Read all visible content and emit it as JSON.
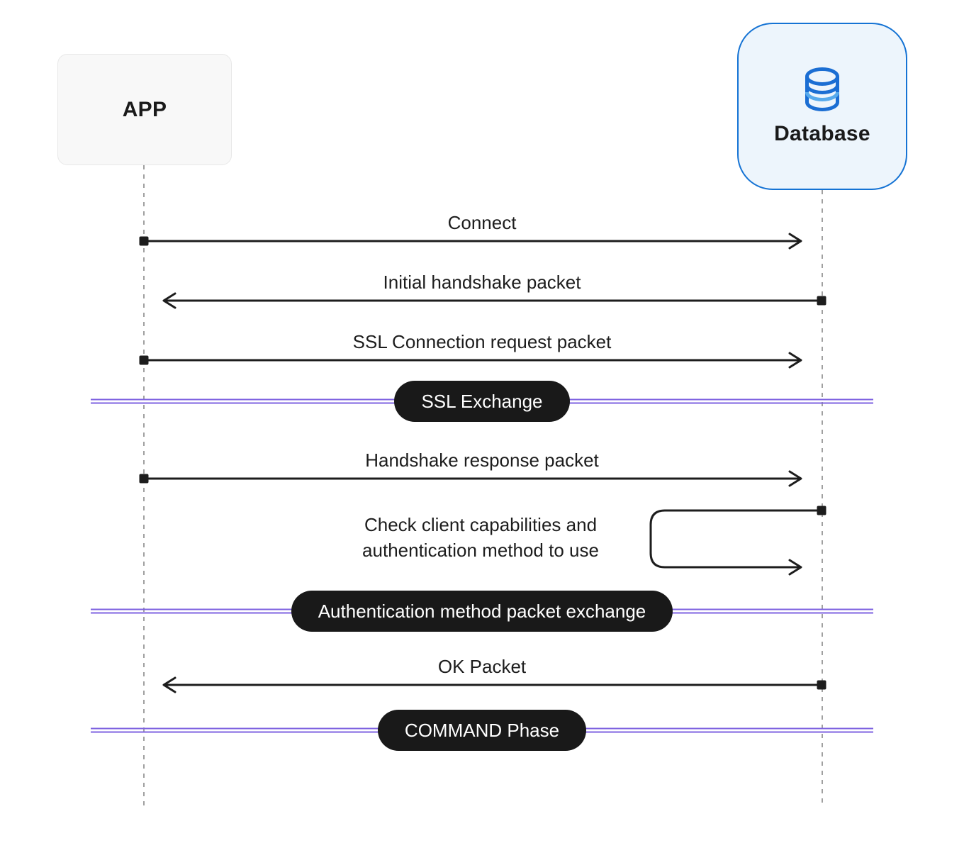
{
  "diagram": {
    "type": "sequence",
    "actors": [
      {
        "id": "app",
        "label": "APP"
      },
      {
        "id": "database",
        "label": "Database",
        "icon": "database-cylinder-icon"
      }
    ],
    "messages": [
      {
        "label": "Connect",
        "from": "APP",
        "to": "Database",
        "direction": "right"
      },
      {
        "label": "Initial handshake packet",
        "from": "Database",
        "to": "APP",
        "direction": "left"
      },
      {
        "label": "SSL Connection request packet",
        "from": "APP",
        "to": "Database",
        "direction": "right"
      },
      {
        "label": "Handshake response packet",
        "from": "APP",
        "to": "Database",
        "direction": "right"
      },
      {
        "label": "Check client capabilities and authentication method to use",
        "from": "Database",
        "to": "Database",
        "direction": "self"
      },
      {
        "label": "OK Packet",
        "from": "Database",
        "to": "APP",
        "direction": "left"
      }
    ],
    "phases": [
      {
        "label": "SSL Exchange"
      },
      {
        "label": "Authentication method packet exchange"
      },
      {
        "label": "COMMAND Phase"
      }
    ],
    "colors": {
      "phase_line": "#7e62e0",
      "pill_background": "#191919",
      "pill_text": "#ffffff",
      "arrow": "#1d1d1d",
      "lifeline": "#a0a0a0",
      "app_box_background": "#f8f8f8",
      "app_box_border": "#e8e8e8",
      "database_box_background": "#edf5fc",
      "database_box_border": "#1573d4",
      "database_icon_primary": "#1b6ed3",
      "database_icon_accent": "#57aaec",
      "text": "#1d1d1d"
    }
  }
}
